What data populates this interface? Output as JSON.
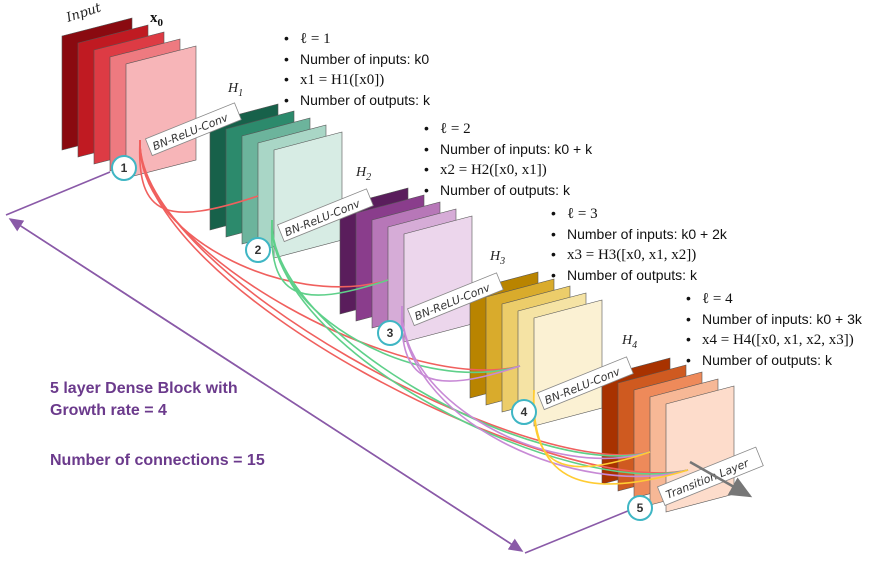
{
  "input_label": "Input",
  "x0_label": "x0",
  "layers": [
    {
      "id": "H1",
      "label": "H1"
    },
    {
      "id": "H2",
      "label": "H2"
    },
    {
      "id": "H3",
      "label": "H3"
    },
    {
      "id": "H4",
      "label": "H4"
    }
  ],
  "conv_label": "BN-ReLU-Conv",
  "transition_label": "Transition Layer",
  "node_numbers": [
    "1",
    "2",
    "3",
    "4",
    "5"
  ],
  "layer_notes": [
    {
      "l": "ℓ = 1",
      "inputs": "Number of inputs: k0",
      "eq": "x1 = H1([x0])",
      "outputs": "Number of outputs: k"
    },
    {
      "l": "ℓ = 2",
      "inputs": "Number of inputs: k0 + k",
      "eq": "x2 = H2([x0, x1])",
      "outputs": "Number of outputs: k"
    },
    {
      "l": "ℓ = 3",
      "inputs": "Number of inputs: k0 + 2k",
      "eq": "x3 = H3([x0, x1, x2])",
      "outputs": "Number of outputs: k"
    },
    {
      "l": "ℓ = 4",
      "inputs": "Number of inputs: k0 + 3k",
      "eq": "x4 = H4([x0, x1, x2, x3])",
      "outputs": "Number of outputs: k"
    }
  ],
  "summary": {
    "line1": "5 layer Dense Block with",
    "line2": "Growth rate = 4",
    "connections": "Number of connections = 15"
  },
  "colors": {
    "input": [
      "#8a0a10",
      "#c01a22",
      "#dd3b44",
      "#ee7a80",
      "#f7b5b8"
    ],
    "h1": [
      "#17614a",
      "#2c8a6c",
      "#6cb49c",
      "#a9d6c6",
      "#d7ece4"
    ],
    "h2": [
      "#5a1d5c",
      "#8a3d8c",
      "#b777b8",
      "#d6acd7",
      "#ecd6ec"
    ],
    "h3": [
      "#b98400",
      "#d9ab2c",
      "#eccd6a",
      "#f5e3a4",
      "#fbf1d3"
    ],
    "h4": [
      "#a83200",
      "#cf5a20",
      "#ee8a5a",
      "#f7b896",
      "#fddccb"
    ],
    "node_stroke": "#3fb6c4",
    "purple": "#6b3a8c",
    "red": "#f0605e",
    "green": "#5fd08a",
    "violet": "#c88ad6",
    "yellow": "#ffcc33"
  }
}
